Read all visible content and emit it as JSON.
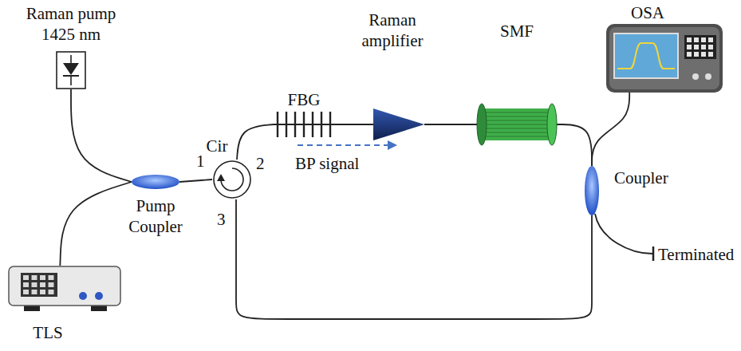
{
  "diagram": {
    "nodes": [
      {
        "text": [
          "Raman pump 1425 nm"
        ]
      },
      {
        "text": [
          "FBG"
        ]
      },
      {
        "text": [
          "Raman amplifier"
        ]
      },
      {
        "text": [
          "SMF"
        ]
      },
      {
        "text": [
          "OSA"
        ]
      },
      {
        "text": [
          "Cir"
        ]
      },
      {
        "text": [
          "Pump Coupler"
        ]
      },
      {
        "text": [
          "Coupler"
        ]
      },
      {
        "text": [
          "TLS"
        ]
      }
    ],
    "edges": [
      {
        "from": 0,
        "to": 6,
        "arrow": "none"
      },
      {
        "from": 8,
        "to": 6,
        "arrow": "none"
      },
      {
        "from": 6,
        "to": 5,
        "arrow": "none"
      },
      {
        "from": 5,
        "to": 1,
        "arrow": "none"
      },
      {
        "from": 1,
        "to": 2,
        "arrow": "none"
      },
      {
        "from": 2,
        "to": 3,
        "arrow": "none"
      },
      {
        "from": 3,
        "to": 7,
        "arrow": "none"
      },
      {
        "from": 7,
        "to": 4,
        "arrow": "none"
      },
      {
        "from": 7,
        "to": 5,
        "arrow": "none"
      }
    ],
    "labels": [
      "1",
      "2",
      "3",
      "BP signal",
      "Terminated"
    ]
  }
}
